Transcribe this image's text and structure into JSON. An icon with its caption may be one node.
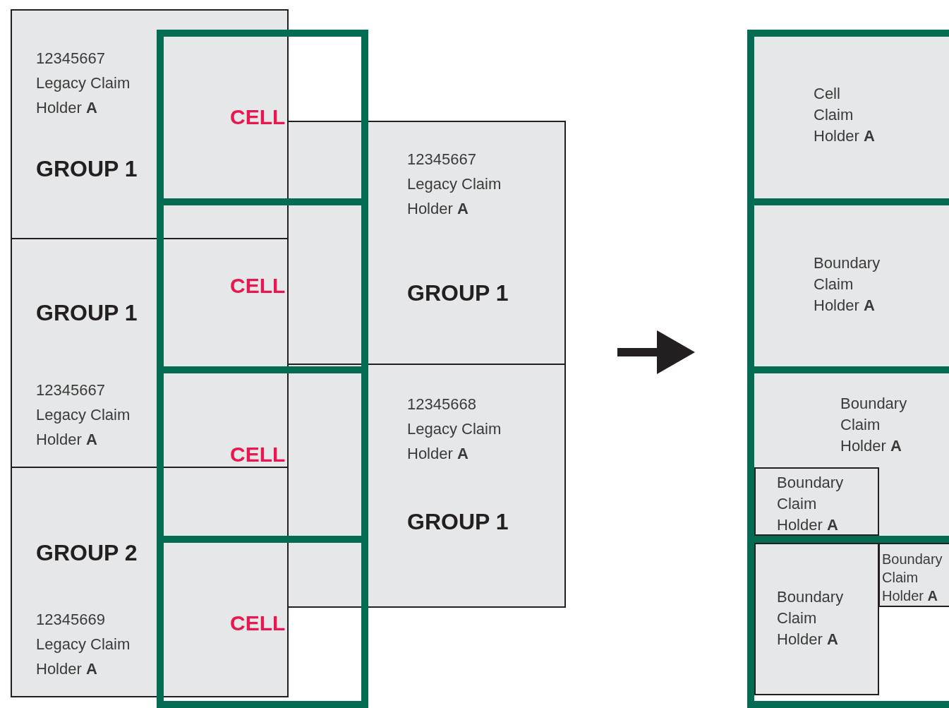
{
  "diagram": {
    "nodes": [
      {
        "text": [
          "12345667 Legacy Claim Holder **A**",
          "GROUP 1"
        ]
      },
      {
        "text": [
          "GROUP 1",
          "12345667 Legacy Claim Holder **A**"
        ]
      },
      {
        "text": [
          "GROUP 2",
          "12345669 Legacy Claim Holder **A**"
        ]
      },
      {
        "text": [
          "12345667 Legacy Claim Holder **A**",
          "GROUP 1"
        ]
      },
      {
        "text": [
          "12345668 Legacy Claim Holder **A**",
          "GROUP 1"
        ]
      },
      {
        "text": [
          "CELL"
        ]
      },
      {
        "text": [
          "CELL"
        ]
      },
      {
        "text": [
          "CELL"
        ]
      },
      {
        "text": [
          "CELL"
        ]
      },
      {
        "text": [
          "Cell Claim Holder **A**"
        ]
      },
      {
        "text": [
          "Boundary Claim Holder **A**"
        ]
      },
      {
        "text": [
          "Boundary Claim Holder **A**"
        ]
      },
      {
        "text": [],
        "shape": "box"
      },
      {
        "text": [
          "Boundary Claim Holder **A**"
        ],
        "in": 11
      },
      {
        "text": [
          "Boundary Claim Holder **A**"
        ],
        "in": 12
      },
      {
        "text": [
          "Boundary Claim Holder **A**"
        ],
        "in": 12
      }
    ]
  }
}
